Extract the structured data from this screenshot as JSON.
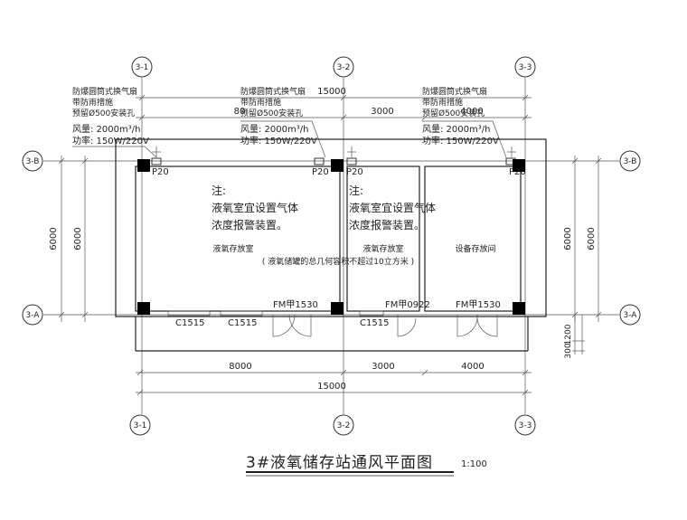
{
  "grid": {
    "columns": [
      "3-1",
      "3-2",
      "3-3"
    ],
    "rows": [
      "3-B",
      "3-A"
    ]
  },
  "dimensions": {
    "top_total": "15000",
    "top_seg_mid": "3000",
    "top_seg_left_partial": "80",
    "top_seg_right_partial": "4000",
    "bottom_seg_1": "8000",
    "bottom_seg_2": "3000",
    "bottom_seg_3": "4000",
    "bottom_total": "15000",
    "left_outer": "6000",
    "left_inner": "6000",
    "right_outer": "6000",
    "right_inner": "6000",
    "right_extra": "1200",
    "right_extra_b": "300"
  },
  "fan_notes": [
    {
      "line1": "防爆圆筒式换气扇",
      "line2": "带防雨措施",
      "line3": "预留Ø500安装孔",
      "line4": "风量: 2000m³/h",
      "line5": "功率: 150W/220V"
    },
    {
      "line1": "防爆圆筒式换气扇",
      "line2": "带防雨措施",
      "line3": "预留Ø500安装孔",
      "line4": "风量: 2000m³/h",
      "line5": "功率: 150W/220V"
    },
    {
      "line1": "防爆圆筒式换气扇",
      "line2": "带防雨措施",
      "line3": "预留Ø500安装孔",
      "line4": "风量: 2000m³/h",
      "line5": "功率: 150W/220V"
    }
  ],
  "fan_tags": [
    "P20",
    "P20",
    "P20",
    "P20"
  ],
  "notes": [
    {
      "label": "注:",
      "line1": "液氧室宜设置气体",
      "line2": "浓度报警装置。"
    },
    {
      "label": "注:",
      "line1": "液氧室宜设置气体",
      "line2": "浓度报警装置。"
    }
  ],
  "rooms": {
    "room1": "液氧存放室",
    "room2": "液氧存放室",
    "room3": "设备存放间",
    "capacity_note": "( 液氧储罐的总几何容积不超过10立方米 )"
  },
  "openings": {
    "window1": "C1515",
    "window2": "C1515",
    "window3": "C1515",
    "door1": "FM甲1530",
    "door2": "FM甲0922",
    "door3": "FM甲1530"
  },
  "title": {
    "main": "3#液氧储存站通风平面图",
    "scale": "1:100"
  }
}
